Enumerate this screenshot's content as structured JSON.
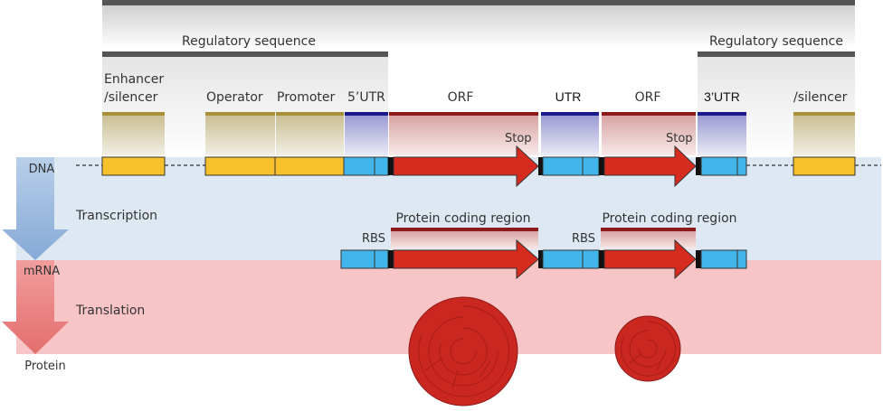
{
  "labels": {
    "regulatory_left": "Regulatory sequence",
    "regulatory_right": "Regulatory sequence",
    "enhancer_line1": "Enhancer",
    "enhancer_line2": "/silencer",
    "silencer_right": "/silencer",
    "operator": "Operator",
    "promoter": "Promoter",
    "utr5": "5’UTR",
    "orf1": "ORF",
    "utr_mid": "UTR",
    "orf2": "ORF",
    "utr3": "3’UTR",
    "stop1": "Stop",
    "stop2": "Stop",
    "dna": "DNA",
    "transcription": "Transcription",
    "mrna": "mRNA",
    "translation": "Translation",
    "protein": "Protein",
    "rbs1": "RBS",
    "rbs2": "RBS",
    "pcr1": "Protein coding region",
    "pcr2": "Protein coding region"
  },
  "colors": {
    "regulatory_bar": "#555555",
    "enhancer_fill": "#f7c12c",
    "utr_fill": "#41b4ea",
    "orf_fill": "#d62b1f",
    "dna_band": "#dde8f2",
    "mrna_band": "#f7c5c6",
    "transcription_arrow": "#9dbde0",
    "translation_arrow": "#e77a7a",
    "underline_gold": "#a89038",
    "underline_blue": "#1a1a8c",
    "underline_red": "#8c1a1a"
  }
}
